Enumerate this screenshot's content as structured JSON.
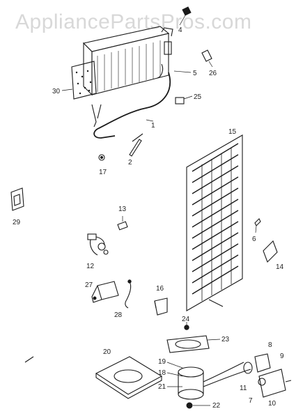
{
  "watermark": "AppliancePartsPros.com",
  "callouts": {
    "c1": "1",
    "c2": "2",
    "c4": "4",
    "c5": "5",
    "c6": "6",
    "c7": "7",
    "c8": "8",
    "c9": "9",
    "c10": "10",
    "c11": "11",
    "c12": "12",
    "c13": "13",
    "c14": "14",
    "c15": "15",
    "c16": "16",
    "c17": "17",
    "c18": "18",
    "c19": "19",
    "c20": "20",
    "c21": "21",
    "c22": "22",
    "c23": "23",
    "c24": "24",
    "c25": "25",
    "c26": "26",
    "c27": "27",
    "c28": "28",
    "c29": "29",
    "c30": "30"
  }
}
